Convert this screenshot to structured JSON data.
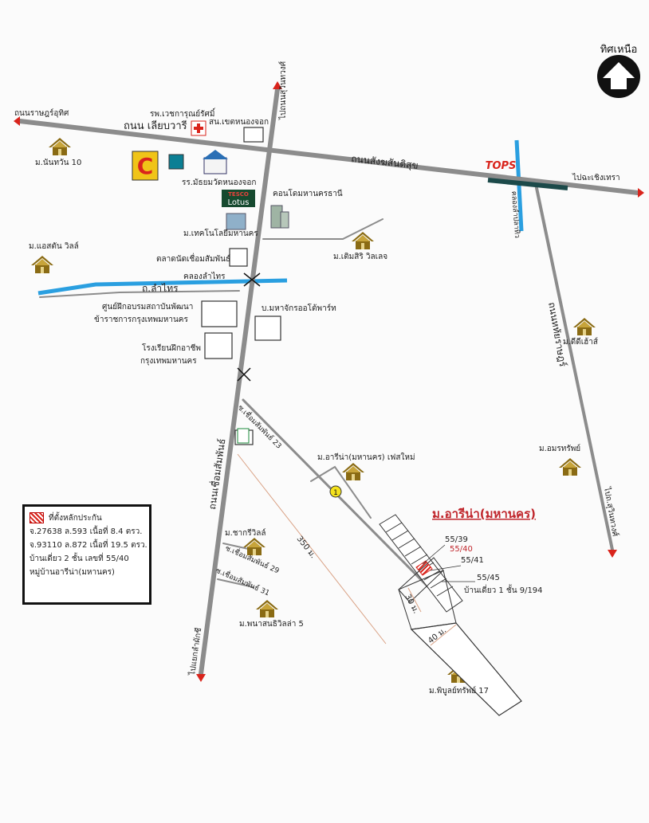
{
  "north": {
    "label": "ทิศเหนือ"
  },
  "roads": {
    "rajprarop": "ถนนราษฎร์อุทิศ",
    "liab": "ถนน เลียบวารี",
    "sangsan": "ถนนสังฆสันติสุข",
    "to_nongchok": "ไปถนนสุวินทวงศ์",
    "to_chachoengsao": "ไปฉะเชิงเทรา",
    "hathairat": "ถนนหทัยราษฎร์",
    "to_suwinthawong": "ไปถ.สุวินทวงศ์",
    "chuemsamphan": "ถนนเชื่อมสัมพันธ์",
    "to_lamlukka": "ไปแยกลำผักชี",
    "lamthai": "ถ.ลำไทร",
    "soi23": "ซ.เชื่อมสัมพันธ์ 23",
    "soi29": "ซ.เชื่อมสัมพันธ์ 29",
    "soi31": "ซ.เชื่อมสัมพันธ์ 31"
  },
  "canals": {
    "lamthai": "คลองลำไทร",
    "lampla": "คลองลำปลาทิว"
  },
  "places": {
    "hospital": "รพ.เวชการุณย์รัศมิ์",
    "police": "สน.เขตหนองจอก",
    "school_matthayom": "รร.มัธยมวัดหนองจอก",
    "condo": "คอนโดมหานครธานี",
    "techno": "ม.เทคโนโลยีมหานคร",
    "market": "ตลาดนัดเชื่อมสัมพันธ์",
    "training1": "ศูนย์ฝึกอบรมสถาบันพัฒนา",
    "training2": "ข้าราชการกรุงเทพมหานคร",
    "vocational1": "โรงเรียนฝึกอาชีพ",
    "vocational2": "กรุงเทพมหานคร",
    "mahachak": "บ.มหาจักรออโต้พาร์ท",
    "tops": "TOPS",
    "tesco1": "TESCO",
    "tesco2": "Lotus",
    "big_c": "C"
  },
  "villages": {
    "nanwan": "ม.นันทวัน 10",
    "eston": "ม.แอสตัน วิลล์",
    "temsiri": "ม.เติมสิริ วิลเลจ",
    "didee": "ม.ดีดีเฮ้าส์",
    "amorn": "ม.อมรทรัพย์",
    "arina_fresh": "ม.อารีน่า(มหานคร) เฟสใหม่",
    "chakri": "ม.ชากรีวิลล์",
    "phanason": "ม.พนาสนธิวิลล่า 5",
    "phibun": "ม.พิบูลย์ทรัพย์ 17"
  },
  "target": {
    "title": "ม.อารีน่า(มหานคร)",
    "lot1": "55/39",
    "lot2": "55/40",
    "lot3": "55/41",
    "lot4": "55/45",
    "house_note": "บ้านเดี่ยว 1 ชั้น 9/194",
    "marker": "1"
  },
  "distances": {
    "d350": "350 ม.",
    "d30": "30 ม.",
    "d40": "40 ม."
  },
  "legend": {
    "head": "ที่ตั้งหลักประกัน",
    "line1": "จ.27638 ล.593 เนื้อที่ 8.4 ตรว.",
    "line2": "จ.93110 ล.872 เนื้อที่ 19.5 ตรว.",
    "line3": "บ้านเดี่ยว 2 ชั้น เลขที่ 55/40",
    "line4": "หมู่บ้านอารีน่า(มหานคร)"
  },
  "colors": {
    "road": "#8c8c8c",
    "canal": "#2a9fe0",
    "arrow": "#d9241c",
    "house": "#8a6b14",
    "title": "#c0262c"
  }
}
